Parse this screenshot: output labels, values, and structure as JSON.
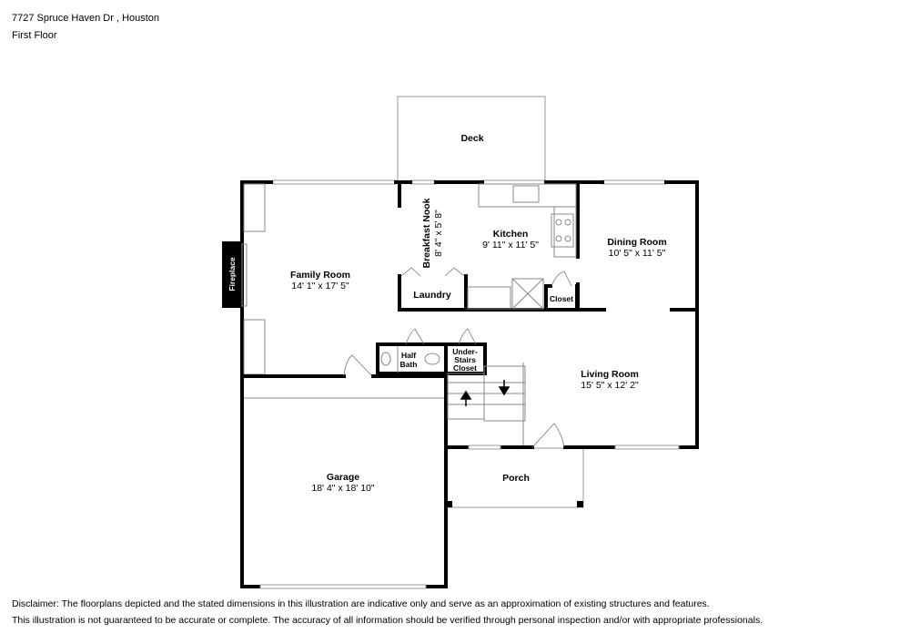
{
  "header": {
    "address": "7727 Spruce Haven Dr , Houston",
    "floor": "First Floor"
  },
  "rooms": {
    "deck": {
      "name": "Deck"
    },
    "family_room": {
      "name": "Family Room",
      "dims": "14' 1\" x 17' 5\""
    },
    "fireplace": {
      "name": "Fireplace"
    },
    "breakfast_nook": {
      "name": "Breakfast Nook",
      "dims": "8' 4\" x 5' 8\""
    },
    "kitchen": {
      "name": "Kitchen",
      "dims": "9' 11\" x 11' 5\""
    },
    "dining_room": {
      "name": "Dining Room",
      "dims": "10' 5\" x 11' 5\""
    },
    "laundry": {
      "name": "Laundry"
    },
    "closet": {
      "name": "Closet"
    },
    "half_bath": {
      "name_line1": "Half",
      "name_line2": "Bath"
    },
    "under_stairs_closet": {
      "name_line1": "Under-",
      "name_line2": "Stairs",
      "name_line3": "Closet"
    },
    "living_room": {
      "name": "Living Room",
      "dims": "15' 5\" x 12' 2\""
    },
    "garage": {
      "name": "Garage",
      "dims": "18' 4\" x 18' 10\""
    },
    "porch": {
      "name": "Porch"
    }
  },
  "disclaimer": {
    "line1": "Disclaimer: The floorplans depicted and the stated dimensions in this illustration are indicative only and serve as an approximation of existing structures and features.",
    "line2": "This illustration is not guaranteed to be accurate or complete. The accuracy of all information should be verified through personal inspection and/or with appropriate professionals."
  }
}
